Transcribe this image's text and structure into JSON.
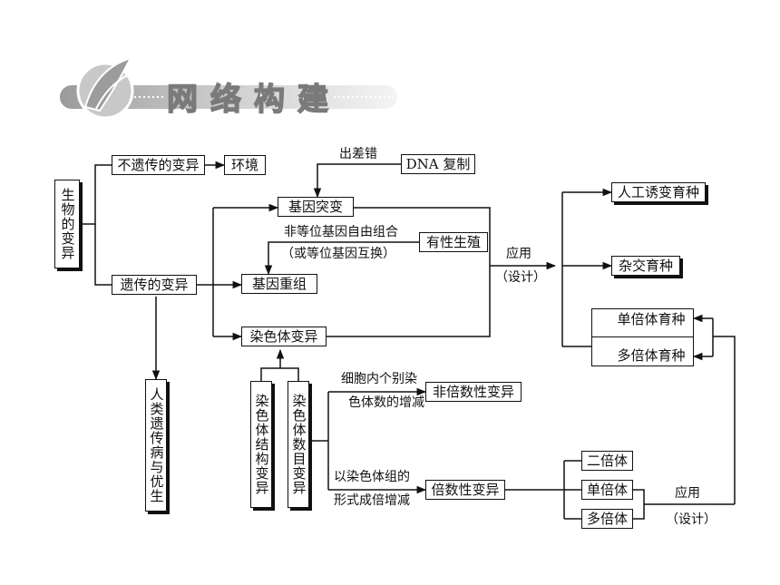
{
  "header": {
    "title": "网络构建"
  },
  "colors": {
    "stroke": "#111111",
    "header_gray": "#8a8a8a"
  },
  "nodes": {
    "root": "生物的变异",
    "non_heritable": "不遗传的变异",
    "environment": "环境",
    "heritable": "遗传的变异",
    "replication_error": "出差错",
    "dna_replication": "DNA 复制",
    "gene_mutation": "基因突变",
    "free_combination_1": "非等位基因自由组合",
    "free_combination_2": "（或等位基因互换）",
    "sexual_reproduction": "有性生殖",
    "gene_recombination": "基因重组",
    "chromosome_variation": "染色体变异",
    "human_disease": "人类遗传病与优生",
    "structure_variation": "染色体结构变异",
    "number_variation": "染色体数目变异",
    "individual_change_1": "细胞内个别染",
    "individual_change_2": "色体数的增减",
    "aneuploid": "非倍数性变异",
    "set_change_1": "以染色体组的",
    "set_change_2": "形式成倍增减",
    "euploid": "倍数性变异",
    "diploid": "二倍体",
    "haploid": "单倍体",
    "polyploid": "多倍体",
    "application_top_1": "应用",
    "application_top_2": "（设计）",
    "application_bottom_1": "应用",
    "application_bottom_2": "（设计）",
    "induced_mutation_breeding": "人工诱变育种",
    "hybrid_breeding": "杂交育种",
    "haploid_breeding": "单倍体育种",
    "polyploid_breeding": "多倍体育种"
  }
}
